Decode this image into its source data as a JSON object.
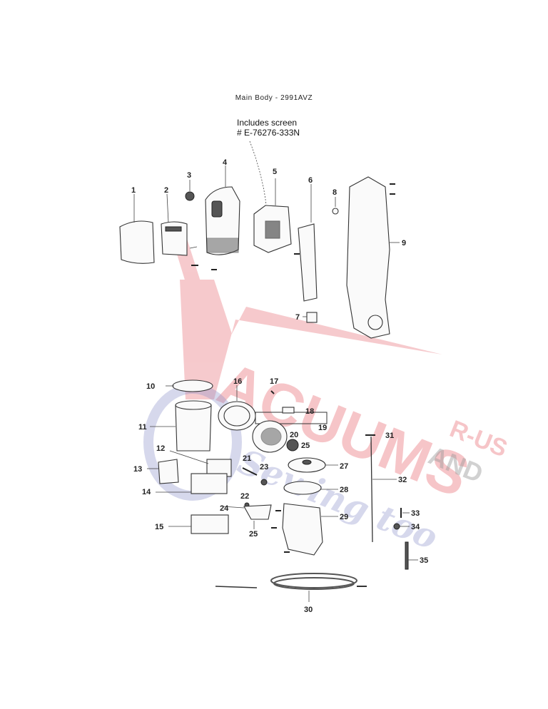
{
  "title": "Main Body - 2991AVZ",
  "note": {
    "line1": "Includes screen",
    "line2": "# E-76276-333N"
  },
  "watermark": {
    "brand": "ACUUMS",
    "suffix_top": "R-US",
    "suffix_bottom": "AND",
    "script": "Sewing too",
    "primary_color": "#e0404a",
    "secondary_color": "#8a8fc8",
    "gray_color": "#9a9a9a"
  },
  "callouts": [
    "1",
    "2",
    "3",
    "4",
    "5",
    "6",
    "7",
    "8",
    "9",
    "10",
    "11",
    "12",
    "13",
    "14",
    "15",
    "16",
    "17",
    "18",
    "19",
    "20",
    "21",
    "22",
    "23",
    "24",
    "25",
    "25",
    "27",
    "28",
    "29",
    "30",
    "31",
    "32",
    "33",
    "34",
    "35"
  ]
}
